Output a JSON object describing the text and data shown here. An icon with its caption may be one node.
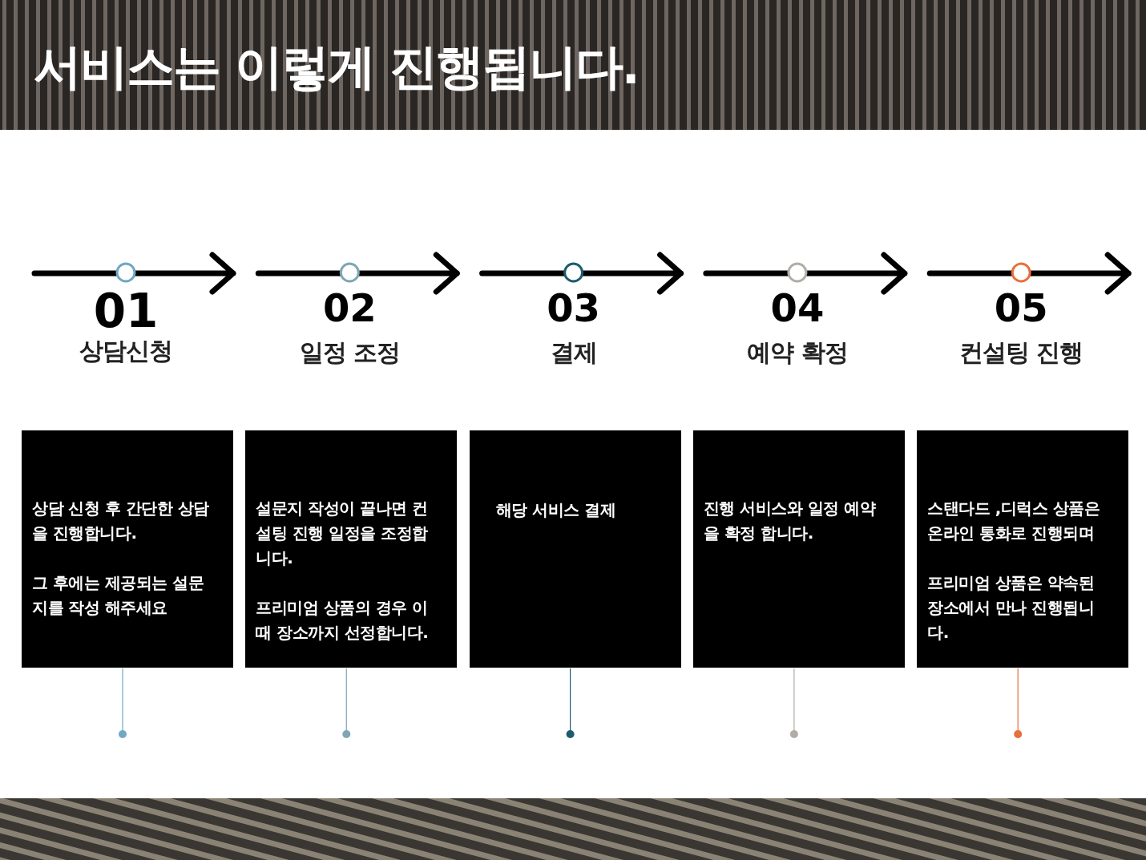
{
  "diagram": {
    "title": "서비스는 이렇게 진행됩니다.",
    "nodes": [
      {
        "text": [
          "01",
          "상담신청"
        ]
      },
      {
        "text": [
          "02",
          "일정 조정"
        ]
      },
      {
        "text": [
          "03",
          "결제"
        ]
      },
      {
        "text": [
          "04",
          "예약 확정"
        ]
      },
      {
        "text": [
          "05",
          "컨설팅 진행"
        ]
      },
      {
        "text": [
          "상담 신청 후 간단한 상담을 진행합니다.",
          "그 후에는 제공되는 설문지를 작성 해주세요"
        ]
      },
      {
        "text": [
          "설문지 작성이 끝나면 컨설팅 진행 일정을 조정합니다.",
          "프리미엄 상품의 경우 이때 장소까지 선정합니다."
        ]
      },
      {
        "text": [
          "해당 서비스 결제"
        ]
      },
      {
        "text": [
          "진행 서비스와 일정 예약을 확정 합니다."
        ]
      },
      {
        "text": [
          "스탠다드 ,디럭스 상품은 온라인 통화로 진행되며",
          "프리미엄 상품은 약속된 장소에서 만나 진행됩니다."
        ]
      }
    ]
  }
}
